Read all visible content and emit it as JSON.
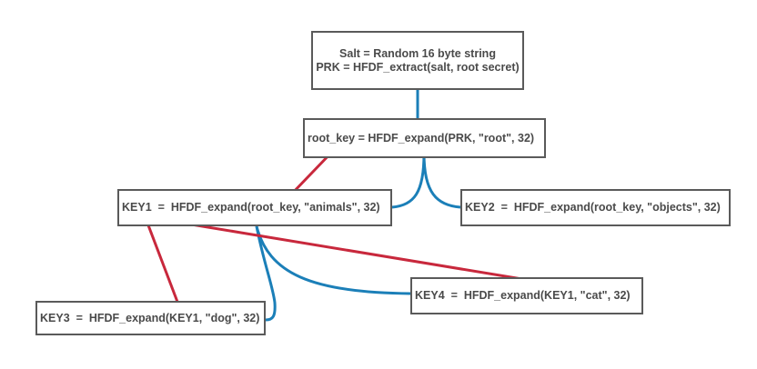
{
  "nodes": {
    "salt": {
      "line1": "Salt = Random 16 byte string",
      "line2": "PRK = HFDF_extract(salt, root secret)"
    },
    "root_key": {
      "label": "root_key = HFDF_expand(PRK, \"root\", 32)"
    },
    "key1": {
      "label": "KEY1  =  HFDF_expand(root_key, \"animals\", 32)"
    },
    "key2": {
      "label": "KEY2  =  HFDF_expand(root_key, \"objects\", 32)"
    },
    "key3": {
      "label": "KEY3  =  HFDF_expand(KEY1, \"dog\", 32)"
    },
    "key4": {
      "label": "KEY4  =  HFDF_expand(KEY1, \"cat\", 32)"
    }
  },
  "colors": {
    "blue": "#1b7fb8",
    "red": "#c8283c",
    "border": "#5a5a5a",
    "text": "#4a4a4a"
  }
}
